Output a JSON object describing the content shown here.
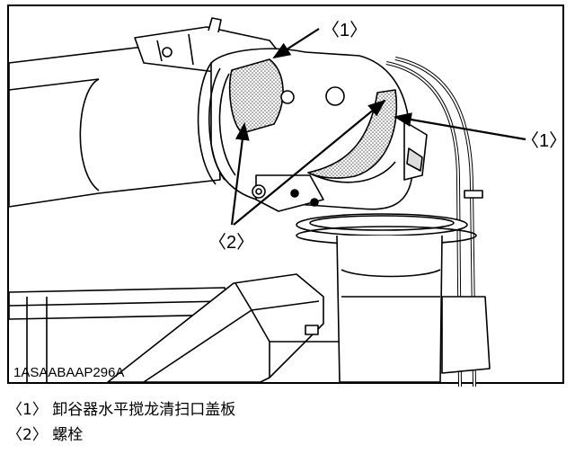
{
  "figure": {
    "id_code": "1ASAABAAP296A",
    "callouts": [
      {
        "number": "1",
        "label": "〈1〉"
      },
      {
        "number": "1",
        "label": "〈1〉"
      },
      {
        "number": "2",
        "label": "〈2〉"
      }
    ]
  },
  "legend": [
    {
      "number": "〈1〉",
      "text": "卸谷器水平搅龙清扫口盖板"
    },
    {
      "number": "〈2〉",
      "text": "螺栓"
    }
  ]
}
